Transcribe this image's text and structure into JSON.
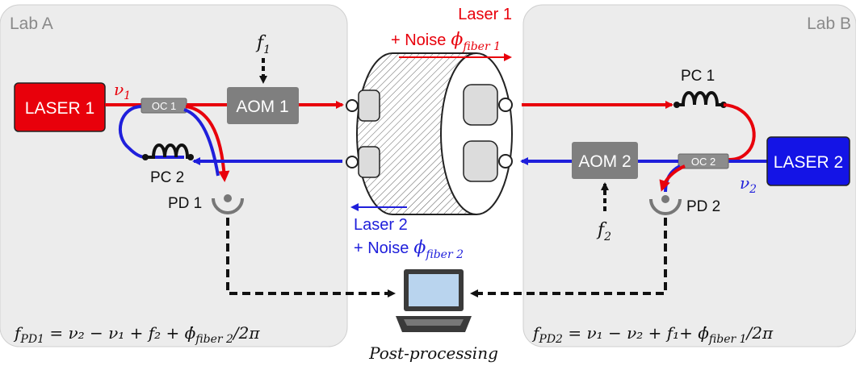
{
  "labs": {
    "a": "Lab A",
    "b": "Lab B"
  },
  "lasers": {
    "laser1": "LASER 1",
    "laser2": "LASER 2"
  },
  "modulators": {
    "aom1": "AOM 1",
    "aom2": "AOM 2"
  },
  "couplers": {
    "oc1": "OC 1",
    "oc2": "OC 2"
  },
  "polarization_controllers": {
    "pc1": "PC 1",
    "pc2": "PC 2"
  },
  "photodiodes": {
    "pd1": "PD 1",
    "pd2": "PD 2"
  },
  "symbols": {
    "nu1": "ν",
    "nu1_sub": "1",
    "nu2": "ν",
    "nu2_sub": "2",
    "f1": "f",
    "f1_sub": "1",
    "f2": "f",
    "f2_sub": "2"
  },
  "link_labels": {
    "top_line1": "Laser 1",
    "top_line2": "+ Noise",
    "top_phi": "ϕ",
    "top_phi_sub": "fiber 1",
    "bottom_line1": "Laser 2",
    "bottom_line2": "+ Noise",
    "bottom_phi": "ϕ",
    "bottom_phi_sub": "fiber 2"
  },
  "equations": {
    "left_f": "f",
    "left_f_sub": "PD1",
    "left_rhs": " = ν₂ − ν₁ + f₂ + ϕ̇",
    "left_phi_sub": "fiber 2",
    "left_tail": "/2π",
    "right_f": "f",
    "right_f_sub": "PD2",
    "right_rhs": " = ν₁ − ν₂ + f₁+ ϕ̇",
    "right_phi_sub": "fiber 1",
    "right_tail": "/2π"
  },
  "caption": "Post-processing",
  "colors": {
    "red": "#e8000b",
    "blue": "#1f1fdb",
    "panel": "#ececec",
    "gray_box": "#7f7f7f"
  }
}
